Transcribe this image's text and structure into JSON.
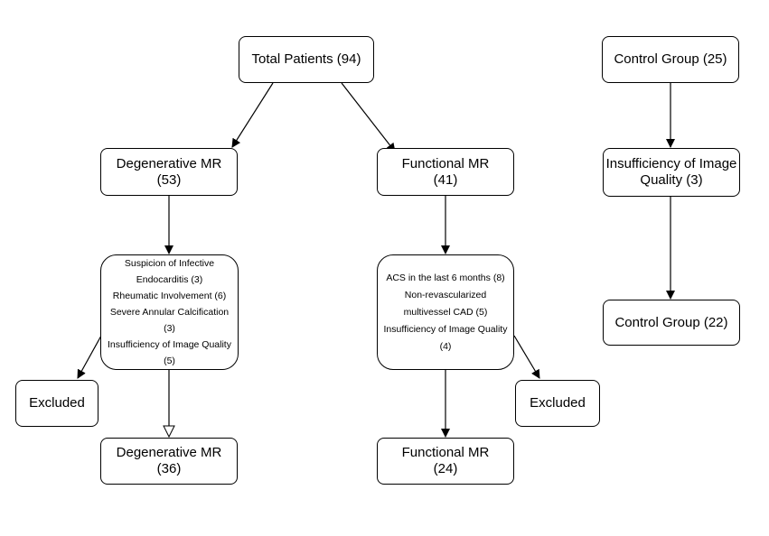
{
  "nodes": {
    "total_patients": {
      "lines": [
        "Total Patients (94)"
      ]
    },
    "degenerative_mr_initial": {
      "lines": [
        "Degenerative MR",
        "(53)"
      ]
    },
    "functional_mr_initial": {
      "lines": [
        "Functional MR",
        "(41)"
      ]
    },
    "control_group_initial": {
      "lines": [
        "Control Group (25)"
      ]
    },
    "degenerative_exclusions": {
      "lines": [
        "Suspicion of Infective",
        "Endocarditis (3)",
        "Rheumatic Involvement (6)",
        "Severe Annular Calcification",
        "(3)",
        "Insufficiency of Image Quality",
        "(5)"
      ]
    },
    "functional_exclusions": {
      "lines": [
        "ACS in the last 6 months (8)",
        "Non-revascularized",
        "multivessel CAD (5)",
        "Insufficiency of Image Quality",
        "(4)"
      ]
    },
    "control_exclusions": {
      "lines": [
        "Insufficiency of Image",
        "Quality (3)"
      ]
    },
    "excluded_left": {
      "lines": [
        "Excluded"
      ]
    },
    "excluded_right": {
      "lines": [
        "Excluded"
      ]
    },
    "degenerative_mr_final": {
      "lines": [
        "Degenerative MR",
        "(36)"
      ]
    },
    "functional_mr_final": {
      "lines": [
        "Functional MR",
        "(24)"
      ]
    },
    "control_group_final": {
      "lines": [
        "Control Group (22)"
      ]
    }
  }
}
